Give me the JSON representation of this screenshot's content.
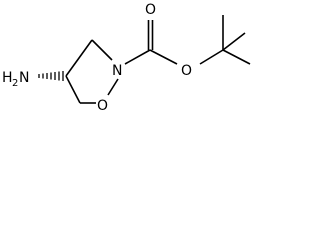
{
  "molecule": {
    "atoms": {
      "amine_N": "N",
      "amine_H": "H",
      "amine_H_count": "2",
      "ring_N": "N",
      "ring_O": "O",
      "carbonyl_O": "O",
      "ester_O": "O"
    },
    "stereo": "wedge-hashed",
    "colors": {
      "bond": "#000000",
      "label": "#000000",
      "background": "#ffffff"
    }
  }
}
